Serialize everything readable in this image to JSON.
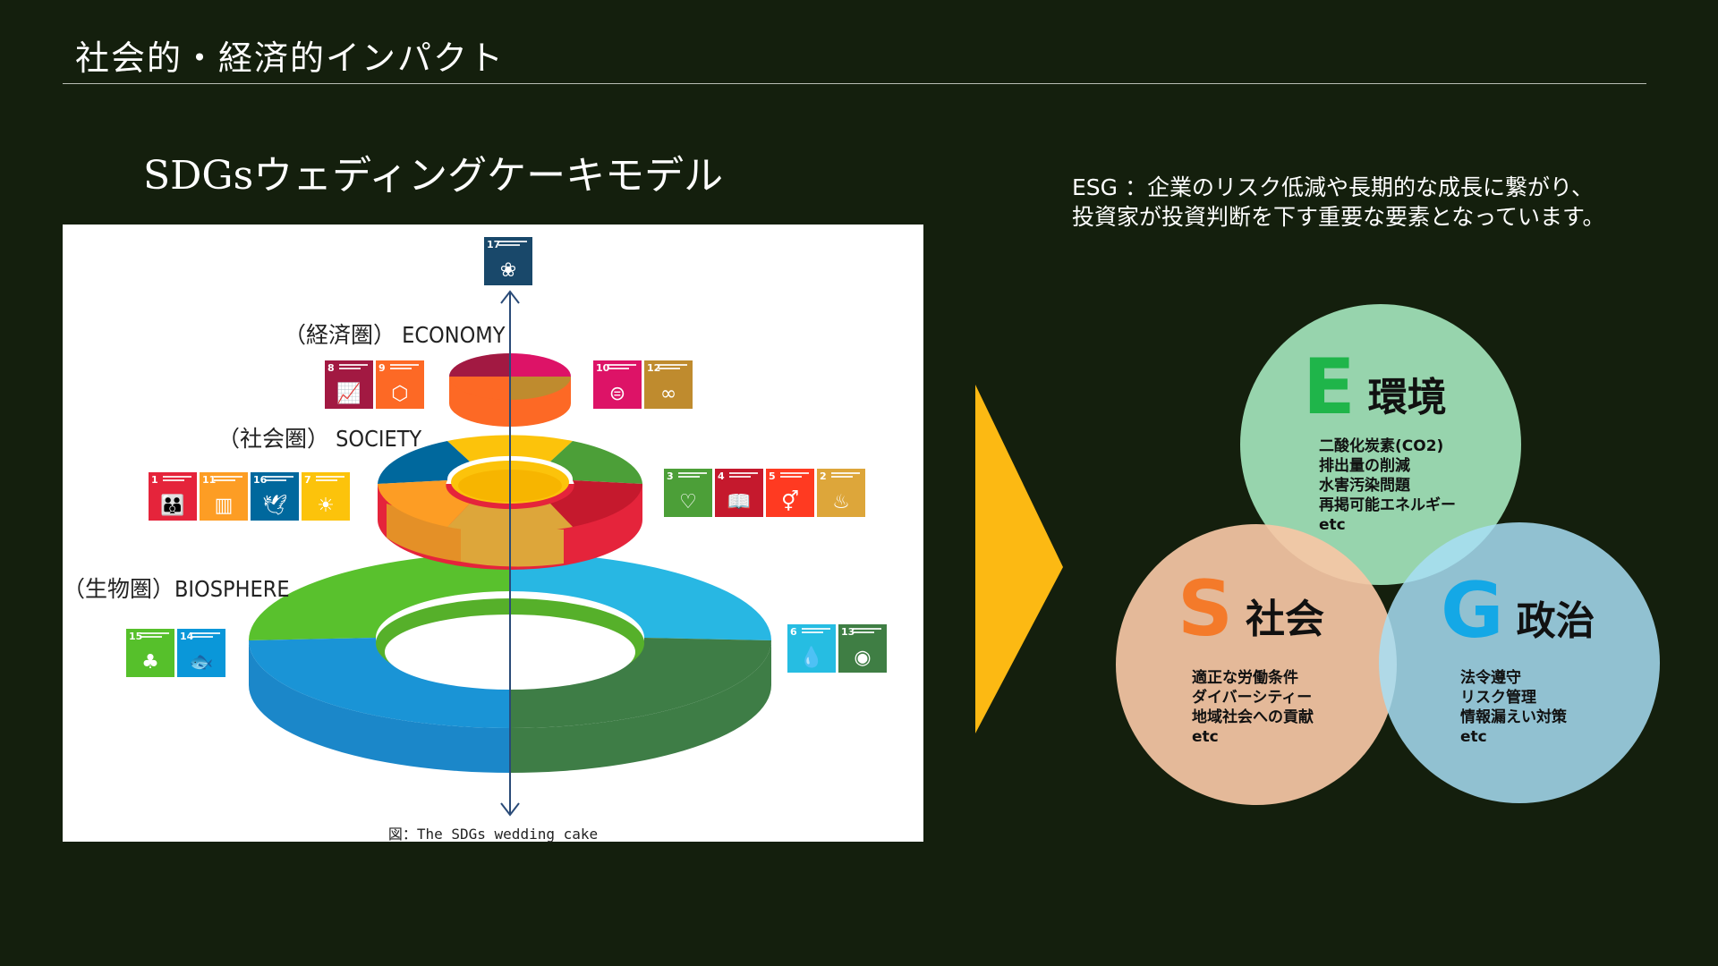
{
  "header": {
    "title": "社会的・経済的インパクト"
  },
  "model": {
    "title": "SDGsウェディングケーキモデル"
  },
  "figure": {
    "tiers": [
      {
        "label": "（経済圏） ECONOMY"
      },
      {
        "label": "（社会圏） SOCIETY"
      },
      {
        "label": "（生物圏）BIOSPHERE"
      }
    ],
    "caption": "図：The SDGs wedding cake",
    "goals": {
      "g17": {
        "num": "17",
        "color": "#19486a"
      },
      "g8": {
        "num": "8",
        "color": "#a21942"
      },
      "g9": {
        "num": "9",
        "color": "#fd6925"
      },
      "g10": {
        "num": "10",
        "color": "#dd1367"
      },
      "g12": {
        "num": "12",
        "color": "#bf8b2e"
      },
      "g1": {
        "num": "1",
        "color": "#e5243b"
      },
      "g11": {
        "num": "11",
        "color": "#fd9d24"
      },
      "g16": {
        "num": "16",
        "color": "#00689d"
      },
      "g7": {
        "num": "7",
        "color": "#fcc30b"
      },
      "g3": {
        "num": "3",
        "color": "#4c9f38"
      },
      "g4": {
        "num": "4",
        "color": "#c5192d"
      },
      "g5": {
        "num": "5",
        "color": "#ff3a21"
      },
      "g2": {
        "num": "2",
        "color": "#dda63a"
      },
      "g15": {
        "num": "15",
        "color": "#56c02b"
      },
      "g14": {
        "num": "14",
        "color": "#0a97d9"
      },
      "g6": {
        "num": "6",
        "color": "#26bde2"
      },
      "g13": {
        "num": "13",
        "color": "#3f7e44"
      }
    }
  },
  "esg": {
    "description_line1": "ESG ：企業のリスク低減や長期的な成長に繋がり、",
    "description_line2": "投資家が投資判断を下す重要な要素となっています。",
    "environment": {
      "letter": "E",
      "word": "環境",
      "color": "#1fb54a",
      "fill": "#a3e4bb",
      "items": [
        "二酸化炭素(CO2)",
        "排出量の削減",
        "水害汚染問題",
        "再掲可能エネルギー",
        "etc"
      ]
    },
    "social": {
      "letter": "S",
      "word": "社会",
      "color": "#f47a2a",
      "fill": "#f6c7a5",
      "items": [
        "適正な労働条件",
        "ダイバーシティー",
        "地域社会への貢献",
        "etc"
      ]
    },
    "governance": {
      "letter": "G",
      "word": "政治",
      "color": "#14a8e6",
      "fill": "#a7def5",
      "items": [
        "法令遵守",
        "リスク管理",
        "情報漏えい対策",
        "etc"
      ]
    }
  },
  "colors": {
    "background": "#141f0d",
    "chevron": "#fcb913"
  }
}
